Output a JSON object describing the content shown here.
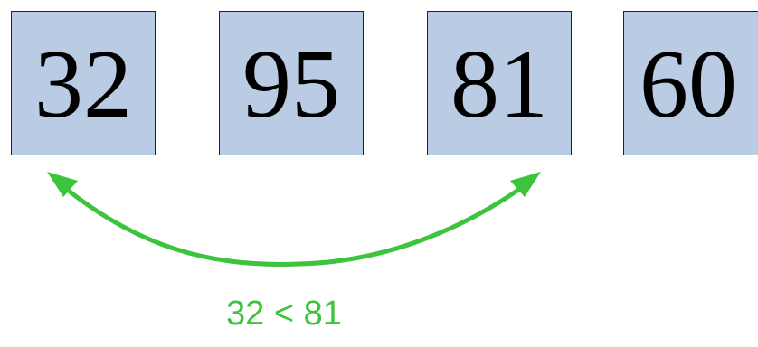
{
  "boxes": [
    "32",
    "95",
    "81",
    "60"
  ],
  "comparison_text": "32 < 81",
  "colors": {
    "box_fill": "#b9cce4",
    "box_border": "#222222",
    "arrow": "#3cc43c",
    "comparison_text": "#3cc43c"
  },
  "arrow": {
    "from_box": 0,
    "to_box": 2,
    "style": "double-headed curved"
  }
}
